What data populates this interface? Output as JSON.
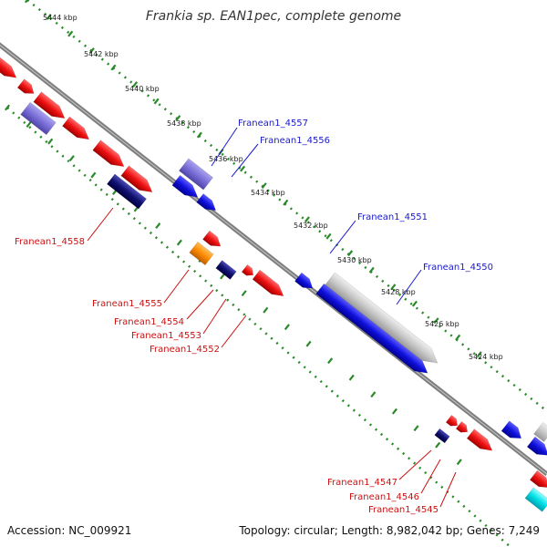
{
  "title": "Frankia sp. EAN1pec, complete genome",
  "footer": {
    "accession": "Accession: NC_009921",
    "summary": "Topology: circular; Length: 8,982,042 bp; Genes: 7,249"
  },
  "kbp_ticks": [
    "5444 kbp",
    "5442 kbp",
    "5440 kbp",
    "5438 kbp",
    "5436 kbp",
    "5434 kbp",
    "5432 kbp",
    "5430 kbp",
    "5428 kbp",
    "5426 kbp",
    "5424 kbp"
  ],
  "gene_labels_forward": [
    "Franean1_4557",
    "Franean1_4556",
    "Franean1_4551",
    "Franean1_4550"
  ],
  "gene_labels_reverse": [
    "Franean1_4558",
    "Franean1_4555",
    "Franean1_4554",
    "Franean1_4553",
    "Franean1_4552",
    "Franean1_4547",
    "Franean1_4546",
    "Franean1_4545"
  ],
  "colors": {
    "forward_label": "#1a1acc",
    "reverse_label": "#cc1111",
    "forward_gene": "#1010dd",
    "reverse_gene": "#ee1111",
    "tick_green": "#2a8a2a",
    "backbone": "#777777",
    "pseudo_gene": "#c8c8c8",
    "orange_gene": "#ff8c00",
    "cyan_gene": "#00e0e6"
  }
}
